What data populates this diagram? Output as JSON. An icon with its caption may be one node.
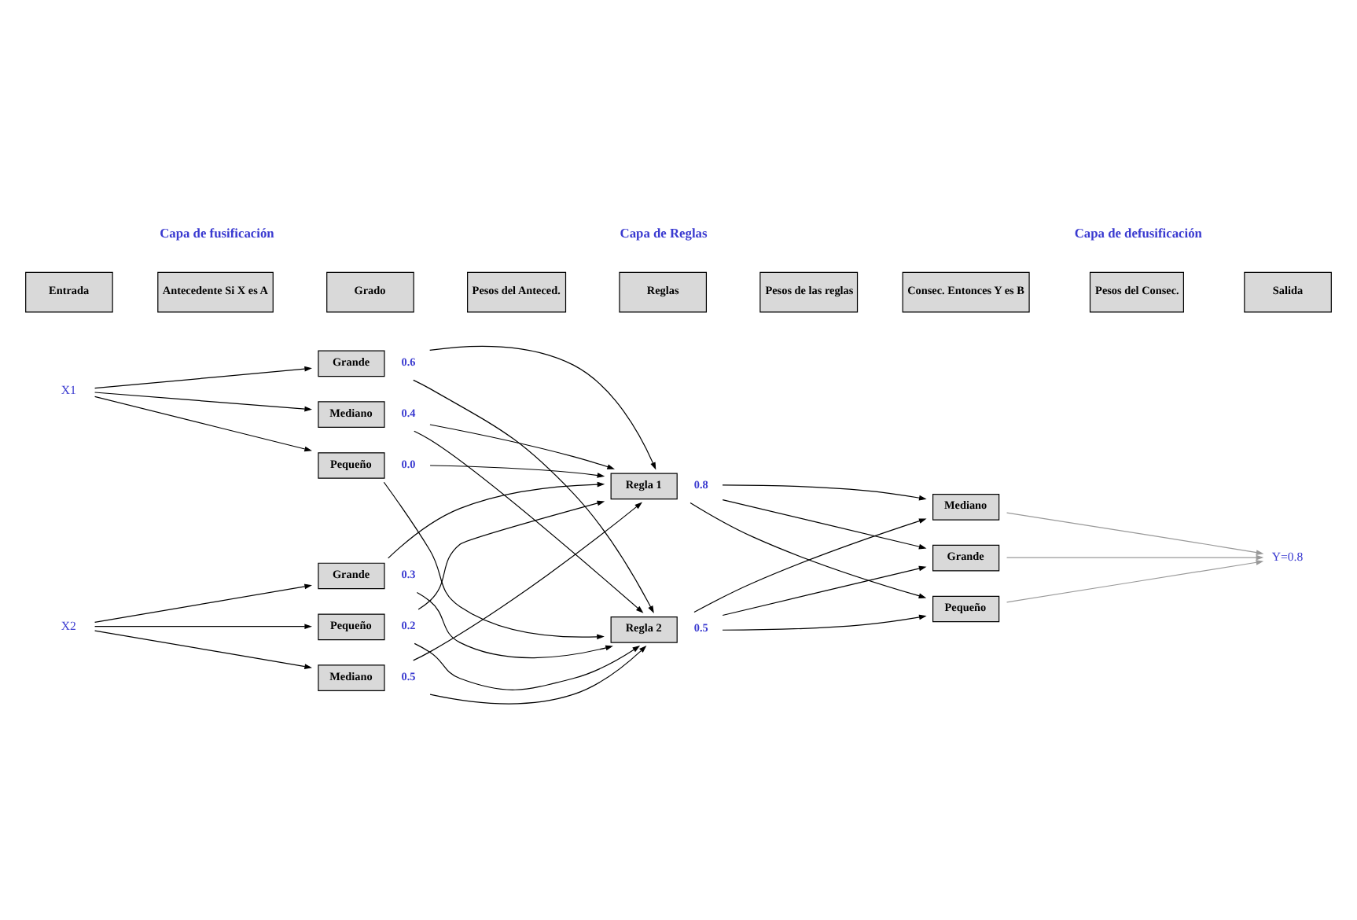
{
  "diagram": {
    "nodes": [
      {
        "text": [
          "X1"
        ]
      },
      {
        "text": [
          "Grande"
        ],
        "beside": [
          "0.6"
        ]
      },
      {
        "text": [
          "Mediano"
        ],
        "beside": [
          "0.4"
        ]
      },
      {
        "text": [
          "Pequeño"
        ],
        "beside": [
          "0.0"
        ]
      },
      {
        "text": [
          "X2"
        ]
      },
      {
        "text": [
          "Grande"
        ],
        "beside": [
          "0.3"
        ]
      },
      {
        "text": [
          "Mediano"
        ],
        "beside": [
          "0.5"
        ]
      },
      {
        "text": [
          "Pequeño"
        ],
        "beside": [
          "0.2"
        ]
      },
      {
        "text": [
          "Regla 1"
        ],
        "beside": [
          "0.8"
        ]
      },
      {
        "text": [
          "Regla 2"
        ],
        "beside": [
          "0.5"
        ]
      },
      {
        "text": [
          "Grande"
        ]
      },
      {
        "text": [
          "Mediano"
        ]
      },
      {
        "text": [
          "Pequeño"
        ]
      },
      {
        "text": [
          "Y=0.8"
        ]
      }
    ],
    "edges": [
      {
        "from": 0,
        "to": 1,
        "arrow": "to"
      },
      {
        "from": 0,
        "to": 2,
        "arrow": "to"
      },
      {
        "from": 0,
        "to": 3,
        "arrow": "to"
      },
      {
        "from": 4,
        "to": 5,
        "arrow": "to"
      },
      {
        "from": 4,
        "to": 6,
        "arrow": "to"
      },
      {
        "from": 4,
        "to": 7,
        "arrow": "to"
      },
      {
        "from": 1,
        "to": 8,
        "arrow": "to"
      },
      {
        "from": 1,
        "to": 9,
        "arrow": "to"
      },
      {
        "from": 2,
        "to": 8,
        "arrow": "to"
      },
      {
        "from": 2,
        "to": 9,
        "arrow": "to"
      },
      {
        "from": 3,
        "to": 8,
        "arrow": "to"
      },
      {
        "from": 3,
        "to": 9,
        "arrow": "to"
      },
      {
        "from": 5,
        "to": 8,
        "arrow": "to"
      },
      {
        "from": 5,
        "to": 9,
        "arrow": "to"
      },
      {
        "from": 6,
        "to": 8,
        "arrow": "to"
      },
      {
        "from": 6,
        "to": 9,
        "arrow": "to"
      },
      {
        "from": 7,
        "to": 8,
        "arrow": "to"
      },
      {
        "from": 7,
        "to": 9,
        "arrow": "to"
      },
      {
        "from": 8,
        "to": 10,
        "arrow": "to"
      },
      {
        "from": 8,
        "to": 11,
        "arrow": "to"
      },
      {
        "from": 8,
        "to": 12,
        "arrow": "to"
      },
      {
        "from": 9,
        "to": 10,
        "arrow": "to"
      },
      {
        "from": 9,
        "to": 11,
        "arrow": "to"
      },
      {
        "from": 9,
        "to": 12,
        "arrow": "to"
      },
      {
        "from": 10,
        "to": 13,
        "arrow": "to",
        "color": "#999999"
      },
      {
        "from": 11,
        "to": 13,
        "arrow": "to",
        "color": "#999999"
      },
      {
        "from": 12,
        "to": 13,
        "arrow": "to",
        "color": "#999999"
      }
    ],
    "labels": [
      "Capa de fusificación",
      "Capa de Reglas",
      "Capa de defusificación",
      "Entrada",
      "Antecedente Si X es A",
      "Grado",
      "Pesos del Anteced.",
      "Reglas",
      "Pesos de las reglas",
      "Consec. Entonces Y es B",
      "Pesos del Consec.",
      "Salida"
    ]
  }
}
